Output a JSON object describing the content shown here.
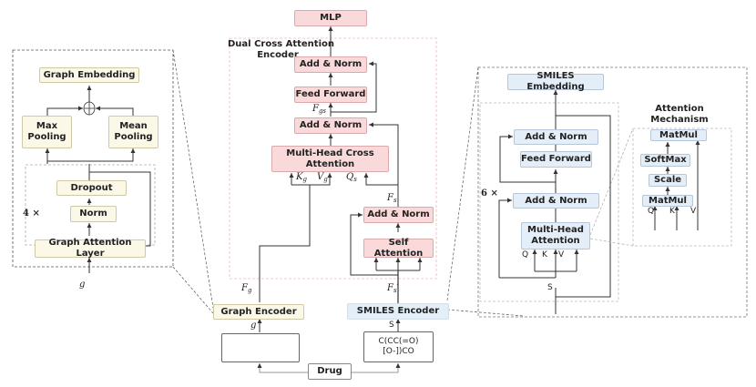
{
  "colors": {
    "graph_block": "#fbf8e8",
    "cross_attention_block": "#f9d9da",
    "smiles_block": "#e4eef8",
    "line": "#333333",
    "dashed_group": "#999999",
    "cross_attention_region": "#f2b8ba"
  },
  "top": {
    "mlp": "MLP"
  },
  "dual_cross": {
    "title_line1": "Dual Cross Attention",
    "title_line2": "Encoder",
    "add_norm_top": "Add & Norm",
    "feed_forward": "Feed Forward",
    "add_norm_mid": "Add & Norm",
    "multi_head_cross_line1": "Multi-Head Cross",
    "multi_head_cross_line2": "Attention",
    "add_norm_low": "Add & Norm",
    "self_attention": "Self Attention",
    "labels": {
      "F": "F",
      "gs": "gs",
      "g": "g",
      "s": "s",
      "K": "K",
      "V": "V",
      "Q": "Q",
      "prime": "′"
    }
  },
  "graph_detail": {
    "graph_embedding": "Graph Embedding",
    "max_pooling_line1": "Max",
    "max_pooling_line2": "Pooling",
    "mean_pooling_line1": "Mean",
    "mean_pooling_line2": "Pooling",
    "dropout": "Dropout",
    "norm": "Norm",
    "graph_attention_layer": "Graph Attention Layer",
    "repeat": "4 ×",
    "input": "g",
    "concat_symbol": "⊕"
  },
  "smiles_detail": {
    "smiles_embedding": "SMILES Embedding",
    "add_norm_top": "Add & Norm",
    "feed_forward": "Feed Forward",
    "add_norm_bottom": "Add & Norm",
    "multi_head_line1": "Multi-Head",
    "multi_head_line2": "Attention",
    "repeat": "6 ×",
    "q": "Q",
    "k": "K",
    "v": "V",
    "input": "S"
  },
  "attention_mechanism": {
    "title_line1": "Attention",
    "title_line2": "Mechanism",
    "matmul_top": "MatMul",
    "softmax": "SoftMax",
    "scale": "Scale",
    "matmul_bottom": "MatMul",
    "q": "Q",
    "k": "K",
    "v": "V"
  },
  "encoders": {
    "graph_encoder": "Graph Encoder",
    "smiles_encoder": "SMILES Encoder",
    "graph_input_label": "g",
    "smiles_input_label": "S",
    "smiles_string_line1": "C(CC(=O)",
    "smiles_string_line2": "[O-])CO",
    "drug": "Drug"
  }
}
